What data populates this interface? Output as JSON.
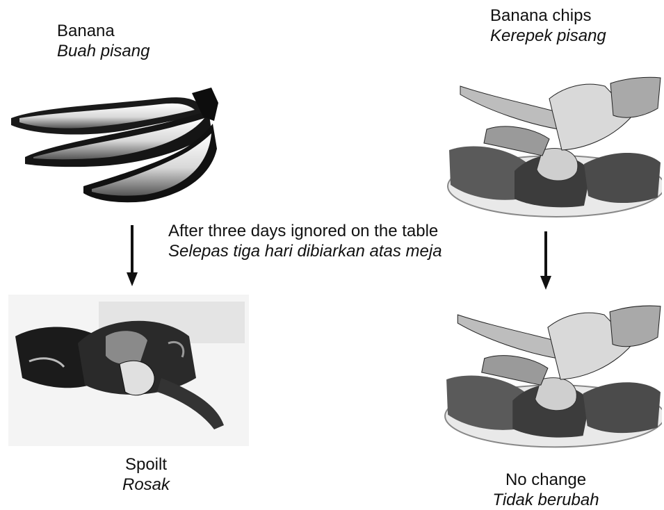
{
  "top_left": {
    "en": "Banana",
    "ms": "Buah pisang",
    "icon": "banana-bunch-icon"
  },
  "top_right": {
    "en": "Banana chips",
    "ms": "Kerepek pisang",
    "icon": "banana-chips-icon"
  },
  "middle": {
    "en": "After three days ignored on the table",
    "ms": "Selepas tiga hari dibiarkan atas meja"
  },
  "bottom_left": {
    "en": "Spoilt",
    "ms": "Rosak",
    "icon": "spoilt-banana-icon"
  },
  "bottom_right": {
    "en": "No change",
    "ms": "Tidak berubah",
    "icon": "banana-chips-icon"
  },
  "colors": {
    "ink": "#111111",
    "background": "#ffffff"
  }
}
